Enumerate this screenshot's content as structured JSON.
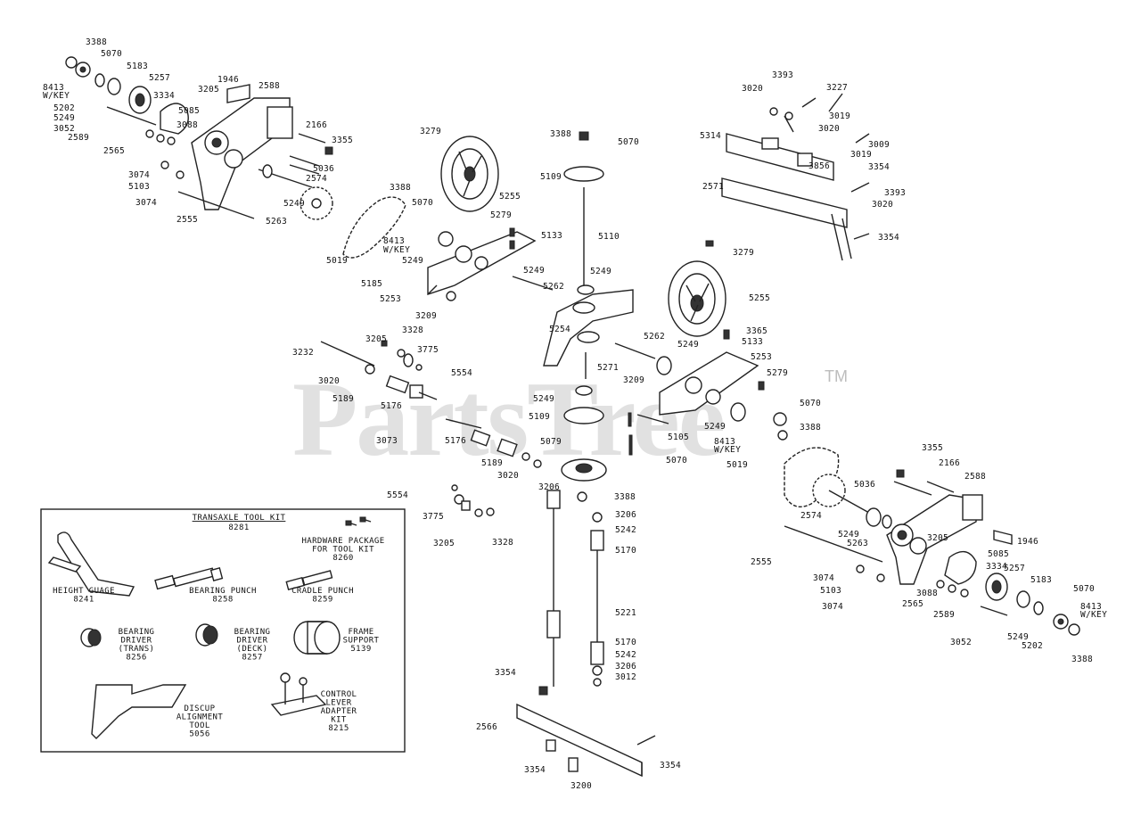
{
  "watermark": {
    "text": "PartsTree",
    "tm": "TM"
  },
  "tool_kit": {
    "title": "TRANSAXLE TOOL KIT",
    "number": "8281",
    "items": [
      {
        "id": "hardware",
        "lines": [
          "HARDWARE PACKAGE",
          "FOR TOOL KIT",
          "8260"
        ]
      },
      {
        "id": "height",
        "lines": [
          "HEIGHT GUAGE",
          "8241"
        ]
      },
      {
        "id": "bpunch",
        "lines": [
          "BEARING PUNCH",
          "8258"
        ]
      },
      {
        "id": "cpunch",
        "lines": [
          "CRADLE PUNCH",
          "8259"
        ]
      },
      {
        "id": "bdtrans",
        "lines": [
          "BEARING",
          "DRIVER",
          "(TRANS)",
          "8256"
        ]
      },
      {
        "id": "bddeck",
        "lines": [
          "BEARING",
          "DRIVER",
          "(DECK)",
          "8257"
        ]
      },
      {
        "id": "frame",
        "lines": [
          "FRAME",
          "SUPPORT",
          "5139"
        ]
      },
      {
        "id": "discup",
        "lines": [
          "DISCUP",
          "ALIGNMENT",
          "TOOL",
          "5056"
        ]
      },
      {
        "id": "control",
        "lines": [
          "CONTROL",
          "LEVER",
          "ADAPTER",
          "KIT",
          "8215"
        ]
      }
    ]
  },
  "callouts": [
    {
      "text": "3388"
    },
    {
      "text": "5070"
    },
    {
      "text": "8413"
    },
    {
      "text": "W/KEY"
    },
    {
      "text": "5183"
    },
    {
      "text": "5257"
    },
    {
      "text": "5202"
    },
    {
      "text": "5249"
    },
    {
      "text": "3334"
    },
    {
      "text": "3052"
    },
    {
      "text": "5085"
    },
    {
      "text": "2589"
    },
    {
      "text": "3088"
    },
    {
      "text": "2565"
    },
    {
      "text": "3205"
    },
    {
      "text": "1946"
    },
    {
      "text": "2588"
    },
    {
      "text": "2166"
    },
    {
      "text": "3355"
    },
    {
      "text": "5036"
    },
    {
      "text": "3074"
    },
    {
      "text": "5103"
    },
    {
      "text": "3074"
    },
    {
      "text": "2574"
    },
    {
      "text": "2555"
    },
    {
      "text": "5263"
    },
    {
      "text": "5249"
    },
    {
      "text": "5019"
    },
    {
      "text": "3279"
    },
    {
      "text": "5255"
    },
    {
      "text": "3388"
    },
    {
      "text": "5070"
    },
    {
      "text": "8413"
    },
    {
      "text": "W/KEY"
    },
    {
      "text": "5249"
    },
    {
      "text": "5279"
    },
    {
      "text": "5133"
    },
    {
      "text": "5249"
    },
    {
      "text": "5185"
    },
    {
      "text": "5253"
    },
    {
      "text": "3209"
    },
    {
      "text": "5262"
    },
    {
      "text": "3388"
    },
    {
      "text": "5070"
    },
    {
      "text": "5109"
    },
    {
      "text": "5110"
    },
    {
      "text": "5249"
    },
    {
      "text": "5254"
    },
    {
      "text": "3393"
    },
    {
      "text": "3020"
    },
    {
      "text": "3227"
    },
    {
      "text": "3019"
    },
    {
      "text": "5314"
    },
    {
      "text": "3020"
    },
    {
      "text": "3009"
    },
    {
      "text": "3019"
    },
    {
      "text": "3856"
    },
    {
      "text": "3354"
    },
    {
      "text": "2571"
    },
    {
      "text": "3393"
    },
    {
      "text": "3020"
    },
    {
      "text": "3354"
    },
    {
      "text": "3279"
    },
    {
      "text": "5255"
    },
    {
      "text": "3365"
    },
    {
      "text": "5133"
    },
    {
      "text": "5262"
    },
    {
      "text": "5249"
    },
    {
      "text": "5253"
    },
    {
      "text": "5279"
    },
    {
      "text": "3328"
    },
    {
      "text": "3205"
    },
    {
      "text": "3775"
    },
    {
      "text": "3232"
    },
    {
      "text": "5554"
    },
    {
      "text": "3020"
    },
    {
      "text": "5189"
    },
    {
      "text": "5176"
    },
    {
      "text": "5271"
    },
    {
      "text": "3209"
    },
    {
      "text": "5249"
    },
    {
      "text": "5109"
    },
    {
      "text": "5070"
    },
    {
      "text": "3388"
    },
    {
      "text": "5105"
    },
    {
      "text": "5249"
    },
    {
      "text": "8413"
    },
    {
      "text": "W/KEY"
    },
    {
      "text": "3073"
    },
    {
      "text": "5176"
    },
    {
      "text": "5079"
    },
    {
      "text": "5070"
    },
    {
      "text": "5189"
    },
    {
      "text": "3020"
    },
    {
      "text": "3206"
    },
    {
      "text": "5019"
    },
    {
      "text": "5554"
    },
    {
      "text": "3388"
    },
    {
      "text": "3775"
    },
    {
      "text": "3206"
    },
    {
      "text": "5242"
    },
    {
      "text": "3205"
    },
    {
      "text": "3328"
    },
    {
      "text": "5170"
    },
    {
      "text": "5221"
    },
    {
      "text": "5170"
    },
    {
      "text": "5242"
    },
    {
      "text": "3206"
    },
    {
      "text": "3354"
    },
    {
      "text": "3012"
    },
    {
      "text": "2566"
    },
    {
      "text": "3354"
    },
    {
      "text": "3354"
    },
    {
      "text": "3200"
    },
    {
      "text": "3355"
    },
    {
      "text": "2166"
    },
    {
      "text": "2588"
    },
    {
      "text": "5036"
    },
    {
      "text": "2574"
    },
    {
      "text": "5249"
    },
    {
      "text": "5263"
    },
    {
      "text": "3205"
    },
    {
      "text": "1946"
    },
    {
      "text": "2555"
    },
    {
      "text": "5085"
    },
    {
      "text": "3334"
    },
    {
      "text": "5257"
    },
    {
      "text": "3074"
    },
    {
      "text": "5103"
    },
    {
      "text": "3074"
    },
    {
      "text": "3088"
    },
    {
      "text": "2565"
    },
    {
      "text": "5183"
    },
    {
      "text": "5070"
    },
    {
      "text": "8413"
    },
    {
      "text": "W/KEY"
    },
    {
      "text": "2589"
    },
    {
      "text": "3052"
    },
    {
      "text": "5249"
    },
    {
      "text": "5202"
    },
    {
      "text": "3388"
    }
  ]
}
